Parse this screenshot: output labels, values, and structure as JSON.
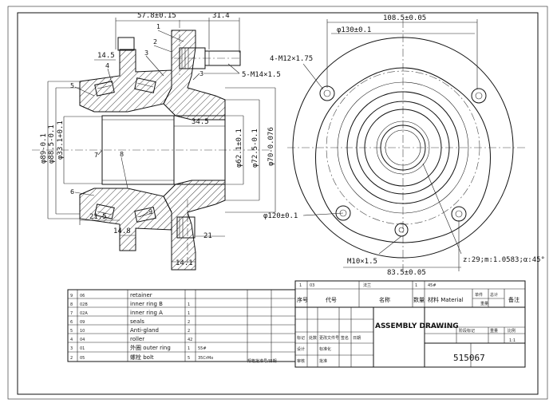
{
  "dimensions": {
    "top_width_1": "57.8±0.15",
    "top_width_2": "31.4",
    "flange_left": "14.5",
    "thread_bolt": "5-M14×1.5",
    "dia_89": "φ89-0.1",
    "dia_88_5": "φ88.5-0.1",
    "dia_33": "φ33.1+0.1",
    "bore_34_5": "34.5",
    "dia_62": "φ62.1±0.1",
    "dia_72_5": "φ72.5-0.1",
    "dia_70": "φ70-0.076",
    "bottom_21_5": "21.5",
    "bottom_14_8": "14.8",
    "bottom_21": "21",
    "bottom_14_1": "14.1",
    "face_108_5": "108.5±0.05",
    "dia_130": "φ130±0.1",
    "thread_m12": "4-M12×1.75",
    "dia_120": "φ120±0.1",
    "thread_m10": "M10×1.5",
    "dia_83_5": "83.5±0.05",
    "spline": "z:29;m:1.0583;α:45°"
  },
  "callouts": [
    "1",
    "2",
    "3",
    "4",
    "5",
    "6",
    "7",
    "8",
    "9",
    "3"
  ],
  "parts_list": [
    {
      "no": "9",
      "code": "06",
      "name": "retainer",
      "qty": "",
      "mat": ""
    },
    {
      "no": "8",
      "code": "02B",
      "name": "inner ring B",
      "qty": "1",
      "mat": ""
    },
    {
      "no": "7",
      "code": "02A",
      "name": "inner ring A",
      "qty": "1",
      "mat": ""
    },
    {
      "no": "6",
      "code": "09",
      "name": "seals",
      "qty": "2",
      "mat": ""
    },
    {
      "no": "5",
      "code": "10",
      "name": "Anti-gland",
      "qty": "2",
      "mat": ""
    },
    {
      "no": "4",
      "code": "04",
      "name": "roller",
      "qty": "42",
      "mat": ""
    },
    {
      "no": "3",
      "code": "01",
      "name": "外圈 outer ring",
      "qty": "1",
      "mat": "55#"
    },
    {
      "no": "2",
      "code": "05",
      "name": "螺栓 bolt",
      "qty": "5",
      "mat": "35CrMo"
    }
  ],
  "title_block": {
    "row1_no": "1",
    "row1_code": "03",
    "row1_name": "法兰",
    "row1_qty": "1",
    "row1_mat": "45#",
    "hdr_no": "序号",
    "hdr_code": "代号",
    "hdr_name": "名称",
    "hdr_qty": "数量",
    "hdr_mat": "材料 Material",
    "hdr_unit": "单件",
    "hdr_total": "总计",
    "hdr_weight": "重量",
    "hdr_remark": "备注",
    "assembly": "ASSEMBLY DRAWING",
    "drawing_no": "515067",
    "scale": "1:1",
    "sign1": "标记",
    "sign2": "处数",
    "sign3": "更改文件号",
    "sign4": "签名",
    "sign5": "日期",
    "design": "设计",
    "check": "审核",
    "approve": "批准",
    "std": "标准化",
    "stage": "阶段标记",
    "weight": "重量",
    "ratio": "比例",
    "note": "规格批准号/日期"
  }
}
